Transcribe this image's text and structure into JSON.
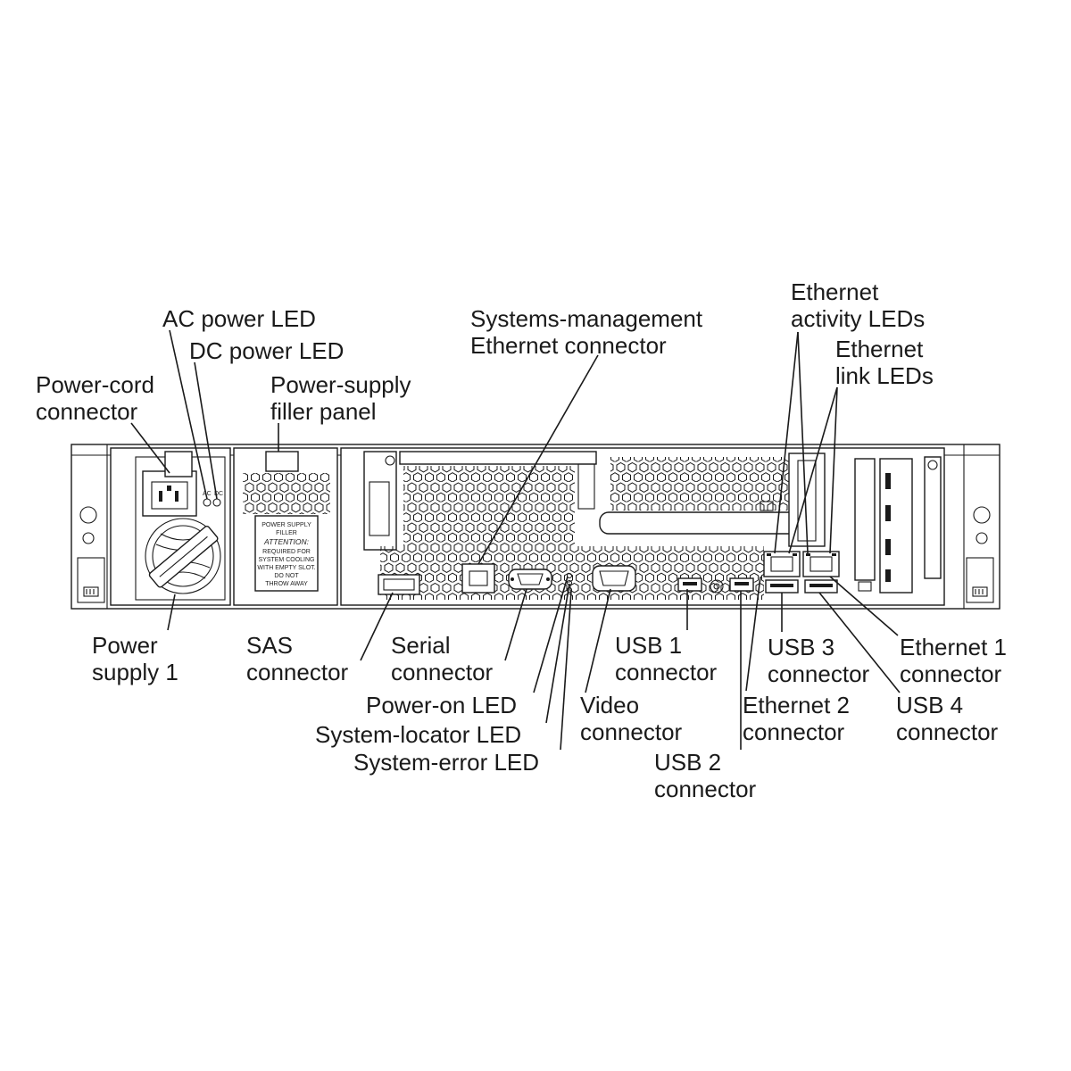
{
  "callouts": {
    "ac_power_led": "AC power LED",
    "dc_power_led": "DC power LED",
    "power_cord_connector": [
      "Power-cord",
      "connector"
    ],
    "power_supply_filler_panel": [
      "Power-supply",
      "filler panel"
    ],
    "systems_management_ethernet": [
      "Systems-management",
      "Ethernet connector"
    ],
    "ethernet_activity_leds": [
      "Ethernet",
      "activity LEDs"
    ],
    "ethernet_link_leds": [
      "Ethernet",
      "link LEDs"
    ],
    "power_supply_1": [
      "Power",
      "supply 1"
    ],
    "sas_connector": [
      "SAS",
      "connector"
    ],
    "serial_connector": [
      "Serial",
      "connector"
    ],
    "power_on_led": "Power-on LED",
    "system_locator_led": "System-locator LED",
    "system_error_led": "System-error LED",
    "usb_1_connector": [
      "USB 1",
      "connector"
    ],
    "video_connector": [
      "Video",
      "connector"
    ],
    "usb_2_connector": [
      "USB 2",
      "connector"
    ],
    "usb_3_connector": [
      "USB 3",
      "connector"
    ],
    "ethernet_2_connector": [
      "Ethernet 2",
      "connector"
    ],
    "ethernet_1_connector": [
      "Ethernet 1",
      "connector"
    ],
    "usb_4_connector": [
      "USB 4",
      "connector"
    ]
  },
  "filler_label": {
    "lines": [
      "POWER SUPPLY",
      "FILLER"
    ],
    "attention": "ATTENTION:",
    "body": [
      "REQUIRED FOR",
      "SYSTEM COOLING",
      "WITH EMPTY SLOT.",
      "DO NOT",
      "THROW AWAY"
    ]
  },
  "psu_led_labels": [
    "AC",
    "DC"
  ]
}
